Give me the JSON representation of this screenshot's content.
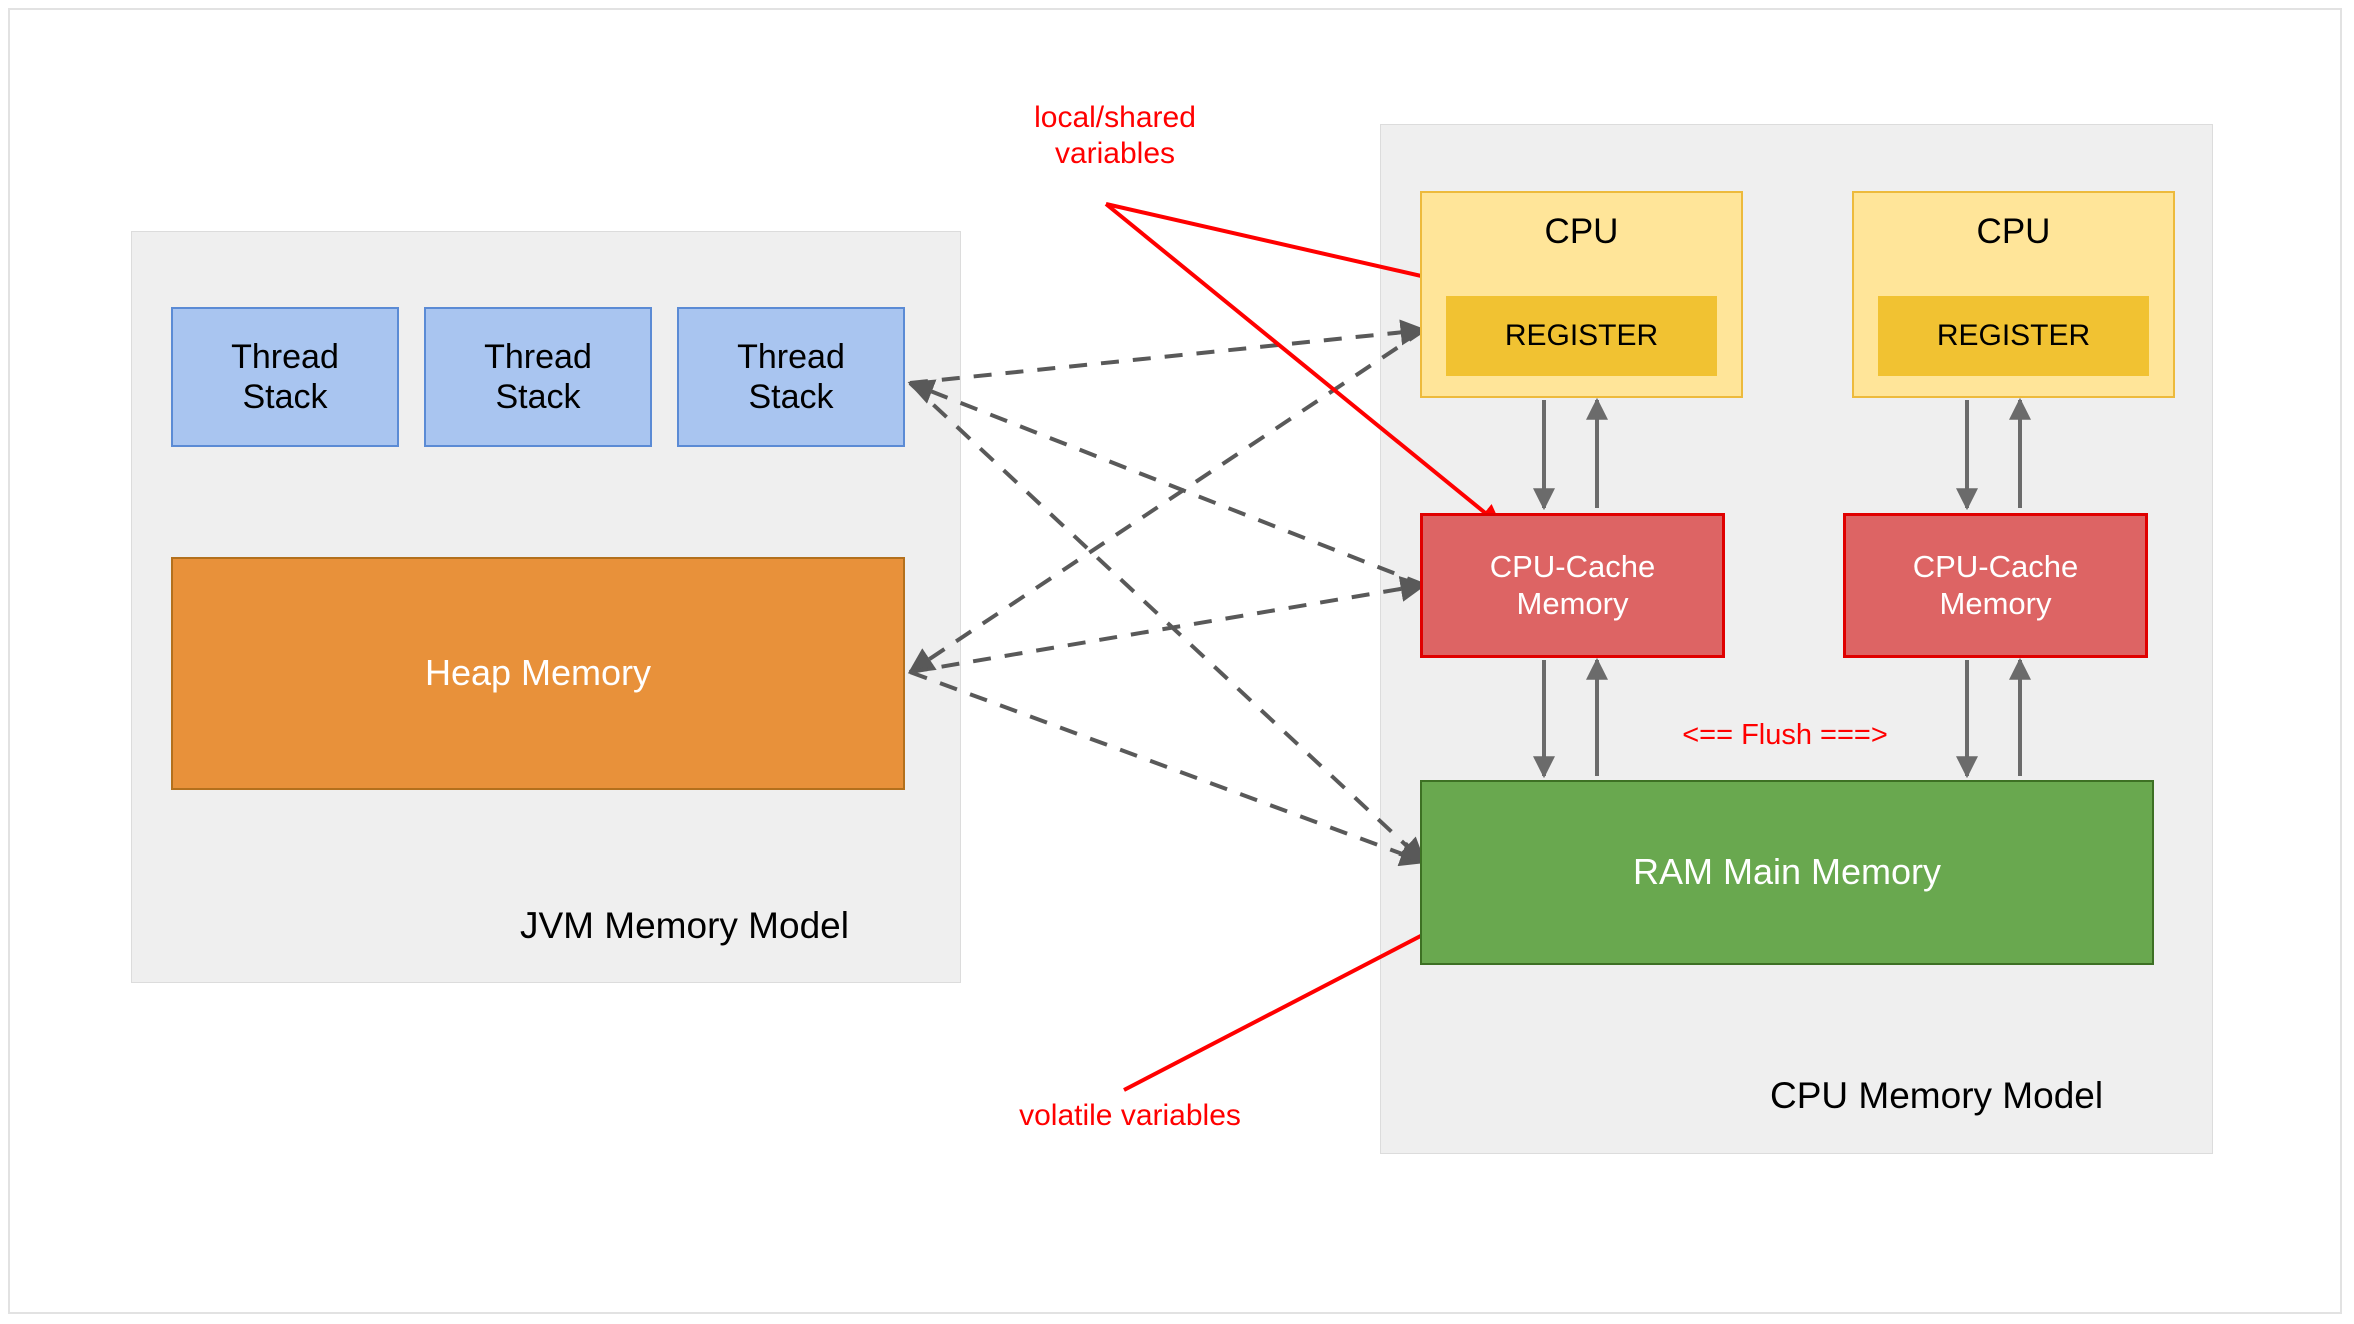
{
  "diagram": {
    "title_jvm": "JVM Memory Model",
    "title_cpu": "CPU Memory Model",
    "jvm": {
      "thread_stacks": [
        {
          "label": "Thread\nStack"
        },
        {
          "label": "Thread\nStack"
        },
        {
          "label": "Thread\nStack"
        }
      ],
      "heap": {
        "label": "Heap Memory"
      }
    },
    "cpu": {
      "cores": [
        {
          "label": "CPU",
          "register": "REGISTER",
          "cache": "CPU-Cache\nMemory"
        },
        {
          "label": "CPU",
          "register": "REGISTER",
          "cache": "CPU-Cache\nMemory"
        }
      ],
      "ram": {
        "label": "RAM Main Memory"
      },
      "flush_label": "<== Flush ===>"
    },
    "annotations": {
      "local_shared": "local/shared\nvariables",
      "volatile": "volatile variables"
    },
    "colors": {
      "thread_stack_fill": "#A9C5F0",
      "thread_stack_stroke": "#5B8BD5",
      "heap_fill": "#E8913A",
      "heap_stroke": "#B3701D",
      "cpu_fill": "#FFE599",
      "cpu_stroke": "#EDBA3C",
      "register_fill": "#F1C232",
      "cache_fill": "#DD6464",
      "cache_stroke": "#E00000",
      "ram_fill": "#69A84F",
      "ram_stroke": "#3D7024",
      "panel_fill": "#EFEFEF",
      "annotation_red": "#FF0000",
      "connector_gray": "#595959"
    }
  }
}
